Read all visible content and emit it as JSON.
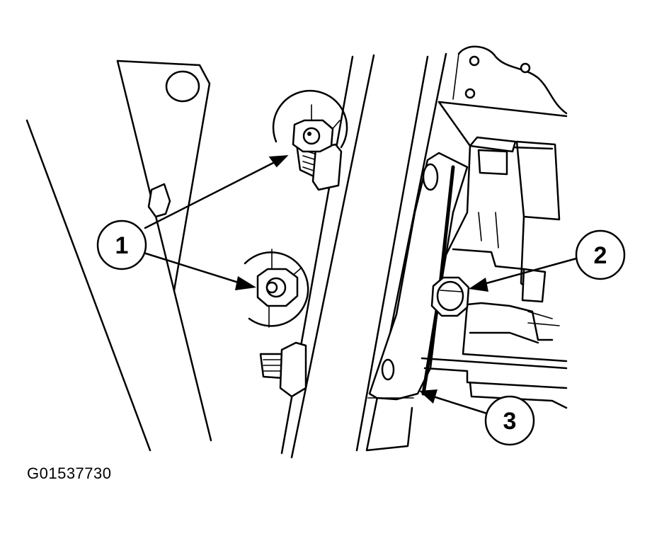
{
  "figure": {
    "code": "G01537730",
    "callouts": [
      {
        "label": "1"
      },
      {
        "label": "2"
      },
      {
        "label": "3"
      }
    ]
  }
}
